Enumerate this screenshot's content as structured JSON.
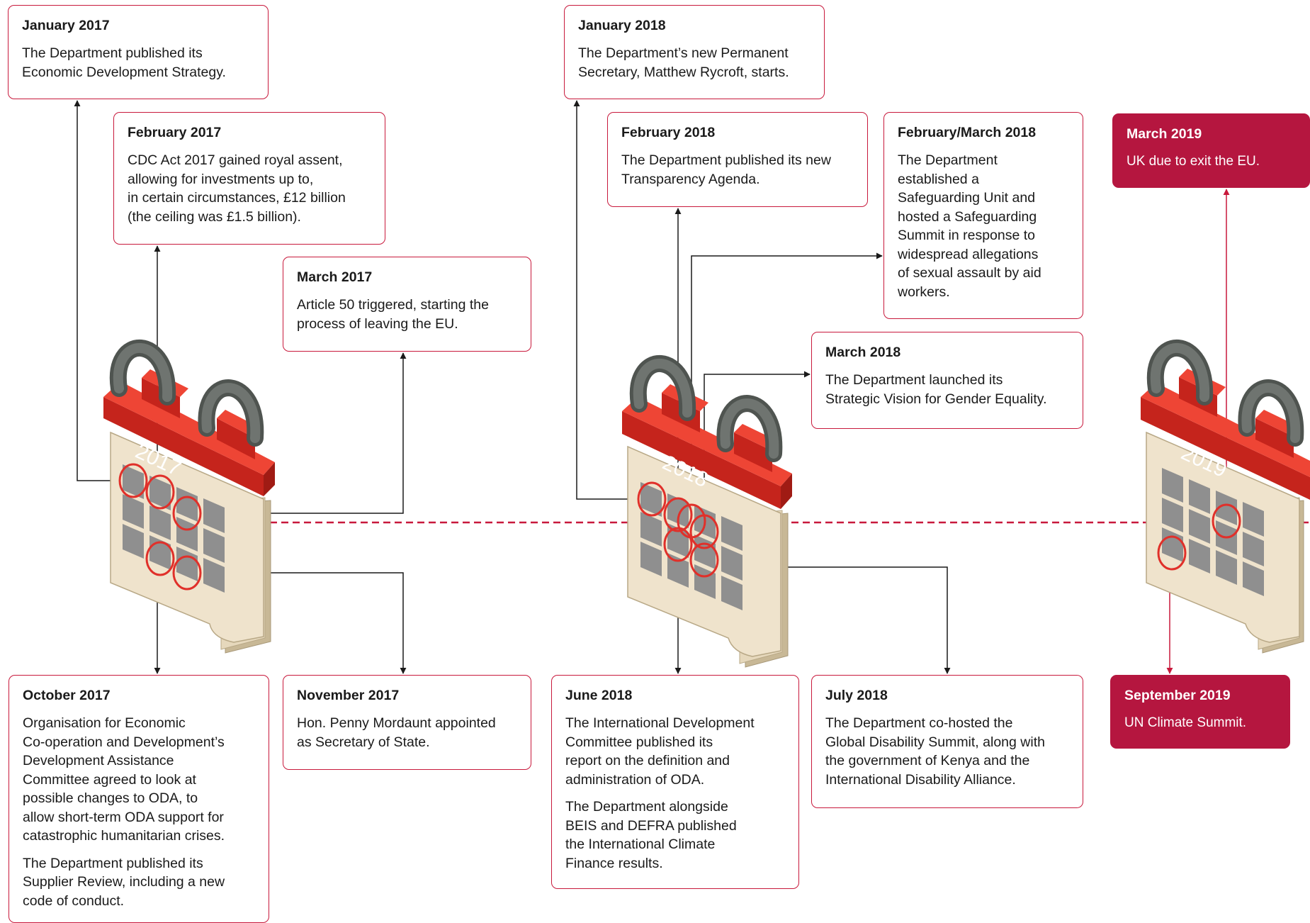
{
  "colors": {
    "accent": "#c8193c",
    "highlight": "#b5163f",
    "calendar_red": "#e63026",
    "calendar_paper": "#ede0c8",
    "calendar_cell": "#8f8f8f",
    "ring": "#6b706c",
    "line": "#1a1a1a"
  },
  "calendars": [
    {
      "year": "2017"
    },
    {
      "year": "2018"
    },
    {
      "year": "2019"
    }
  ],
  "events": {
    "jan2017": {
      "date": "January 2017",
      "text": "The Department published its\nEconomic Development Strategy."
    },
    "feb2017": {
      "date": "February 2017",
      "text": "CDC Act 2017 gained royal assent,\nallowing for investments up to,\nin certain circumstances, £12 billion\n(the ceiling was £1.5 billion)."
    },
    "mar2017": {
      "date": "March 2017",
      "text": "Article 50 triggered, starting the\nprocess of leaving the EU."
    },
    "oct2017": {
      "date": "October 2017",
      "text": "Organisation for Economic\nCo-operation and Development’s\nDevelopment Assistance\nCommittee agreed to look at\npossible changes to ODA, to\nallow short-term ODA support for\ncatastrophic humanitarian crises.",
      "text2": "The Department published its\nSupplier Review, including a new\ncode of conduct."
    },
    "nov2017": {
      "date": "November 2017",
      "text": "Hon. Penny Mordaunt appointed\nas Secretary of State."
    },
    "jan2018": {
      "date": "January 2018",
      "text": "The Department’s new Permanent\nSecretary, Matthew Rycroft, starts."
    },
    "feb2018": {
      "date": "February 2018",
      "text": "The Department published its new\nTransparency Agenda."
    },
    "febmar2018": {
      "date": "February/March 2018",
      "text": "The Department\nestablished a\nSafeguarding Unit and\nhosted a Safeguarding\nSummit in response to\nwidespread allegations\nof sexual assault by aid\nworkers."
    },
    "mar2018": {
      "date": "March 2018",
      "text": "The Department launched its\nStrategic Vision for Gender Equality."
    },
    "jun2018": {
      "date": "June 2018",
      "text": "The International Development\nCommittee published its\nreport on the definition and\nadministration of ODA.",
      "text2": "The Department alongside\nBEIS and DEFRA published\nthe International Climate\nFinance results."
    },
    "jul2018": {
      "date": "July 2018",
      "text": "The Department co-hosted the\nGlobal Disability Summit, along with\nthe government of Kenya and the\nInternational Disability Alliance."
    },
    "mar2019": {
      "date": "March 2019",
      "text": "UK due to exit the EU."
    },
    "sep2019": {
      "date": "September 2019",
      "text": "UN Climate Summit."
    }
  }
}
